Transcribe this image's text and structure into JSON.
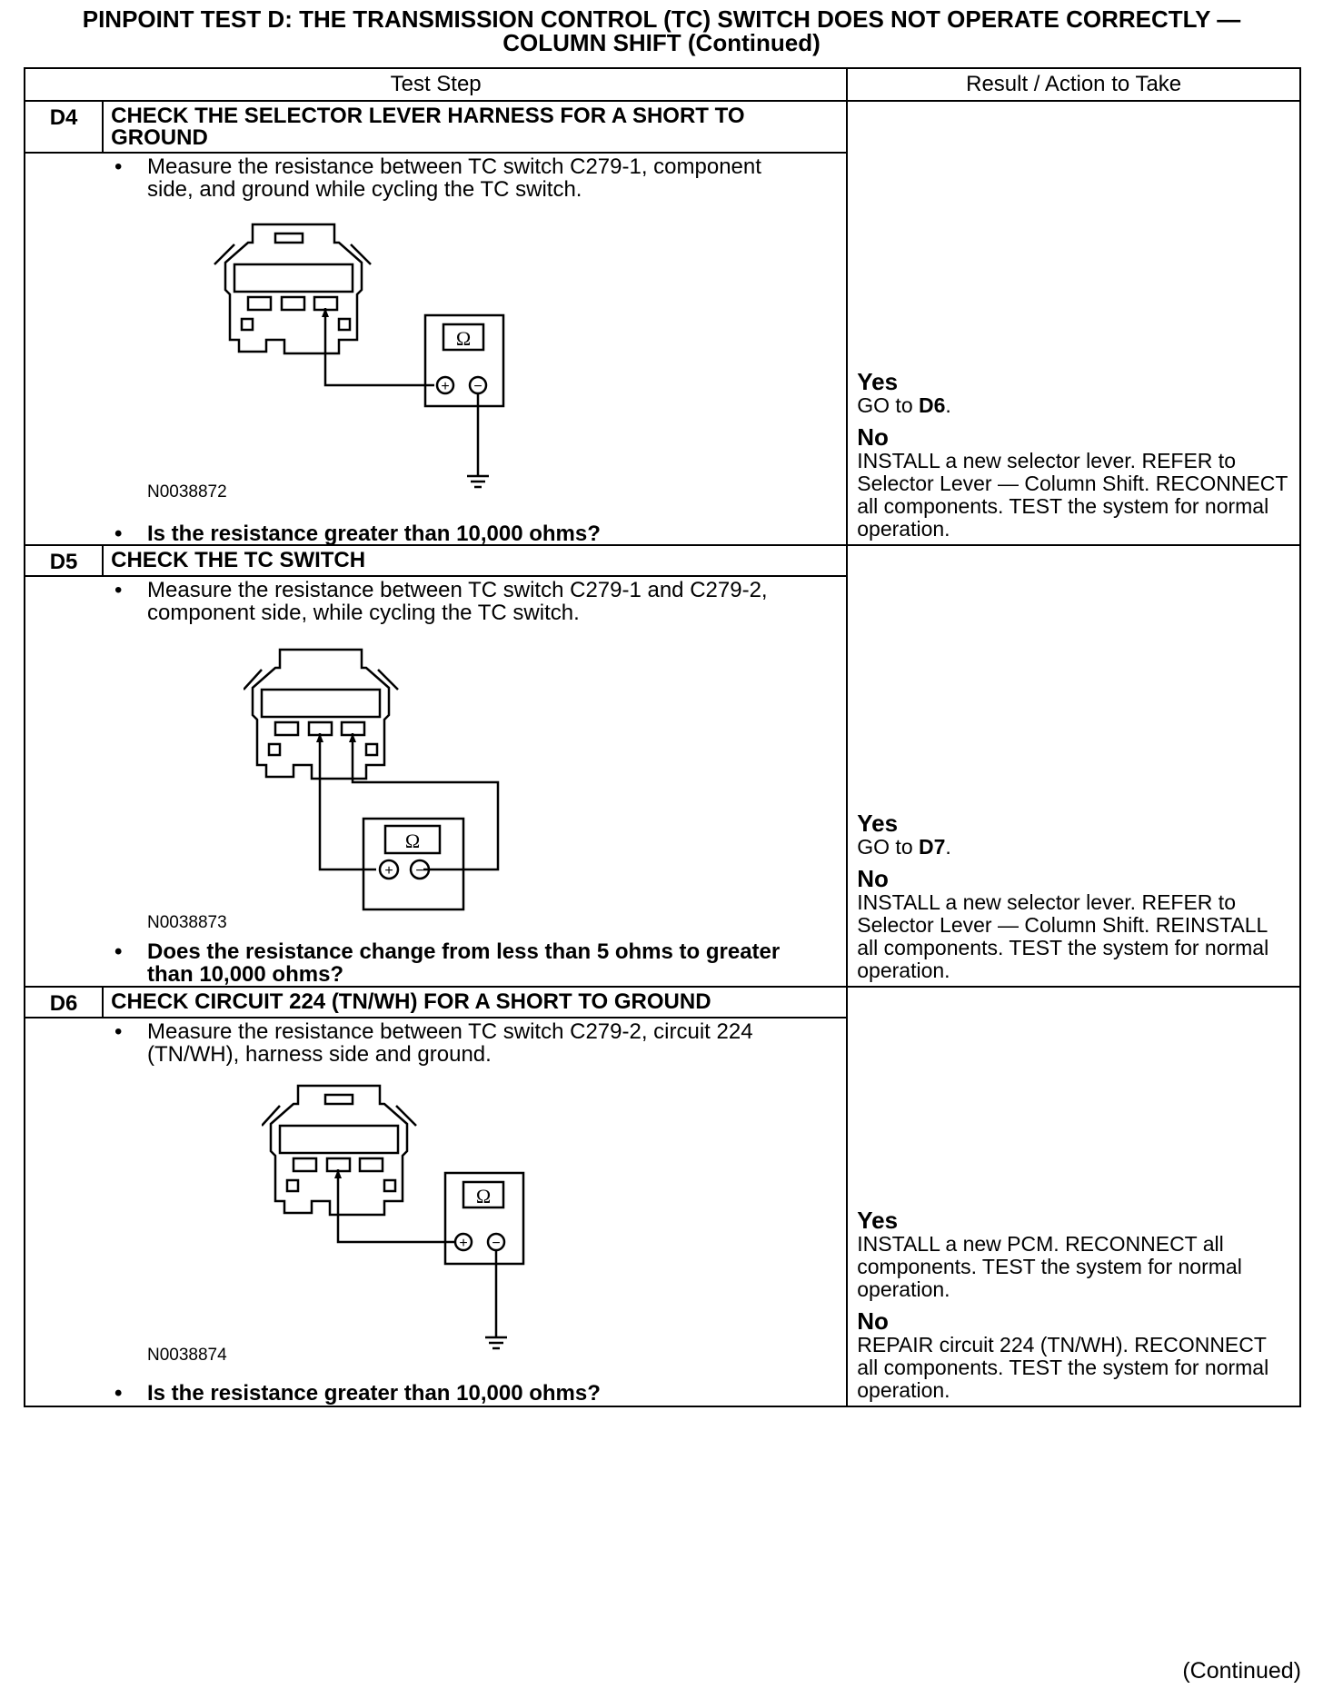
{
  "header": {
    "title_line1": "PINPOINT TEST D: THE TRANSMISSION CONTROL (TC) SWITCH DOES NOT OPERATE CORRECTLY —",
    "title_line2": "COLUMN SHIFT (Continued)"
  },
  "table": {
    "col_test_step": "Test Step",
    "col_result": "Result / Action to Take"
  },
  "steps": [
    {
      "id": "D4",
      "title": "CHECK THE SELECTOR LEVER HARNESS FOR A SHORT TO GROUND",
      "instruction": "Measure the resistance between TC switch C279-1, component side, and ground while cycling the TC switch.",
      "figure_id": "N0038872",
      "question": "Is the resistance greater than 10,000 ohms?",
      "yes_label": "Yes",
      "yes_text_pre": "GO to ",
      "yes_text_bold": "D6",
      "yes_text_post": ".",
      "no_label": "No",
      "no_text": "INSTALL a new selector lever. REFER to Selector Lever — Column Shift. RECONNECT all components. TEST the system for normal operation."
    },
    {
      "id": "D5",
      "title": "CHECK THE TC SWITCH",
      "instruction": "Measure the resistance between TC switch C279-1 and C279-2, component side, while cycling the TC switch.",
      "figure_id": "N0038873",
      "question": "Does the resistance change from less than 5 ohms to greater than 10,000 ohms?",
      "yes_label": "Yes",
      "yes_text_pre": "GO to ",
      "yes_text_bold": "D7",
      "yes_text_post": ".",
      "no_label": "No",
      "no_text": "INSTALL a new selector lever. REFER to Selector Lever — Column Shift. REINSTALL all components. TEST the system for normal operation."
    },
    {
      "id": "D6",
      "title": "CHECK CIRCUIT 224 (TN/WH) FOR A SHORT TO GROUND",
      "instruction": "Measure the resistance between TC switch C279-2, circuit 224 (TN/WH), harness side and ground.",
      "figure_id": "N0038874",
      "question": "Is the resistance greater than 10,000 ohms?",
      "yes_label": "Yes",
      "yes_text": "INSTALL a new PCM. RECONNECT all components. TEST the system for normal operation.",
      "no_label": "No",
      "no_text": "REPAIR circuit 224 (TN/WH). RECONNECT all components. TEST the system for normal operation."
    }
  ],
  "meter": {
    "symbol": "Ω",
    "plus": "+",
    "minus": "−"
  },
  "footer": {
    "continued": "(Continued)"
  }
}
